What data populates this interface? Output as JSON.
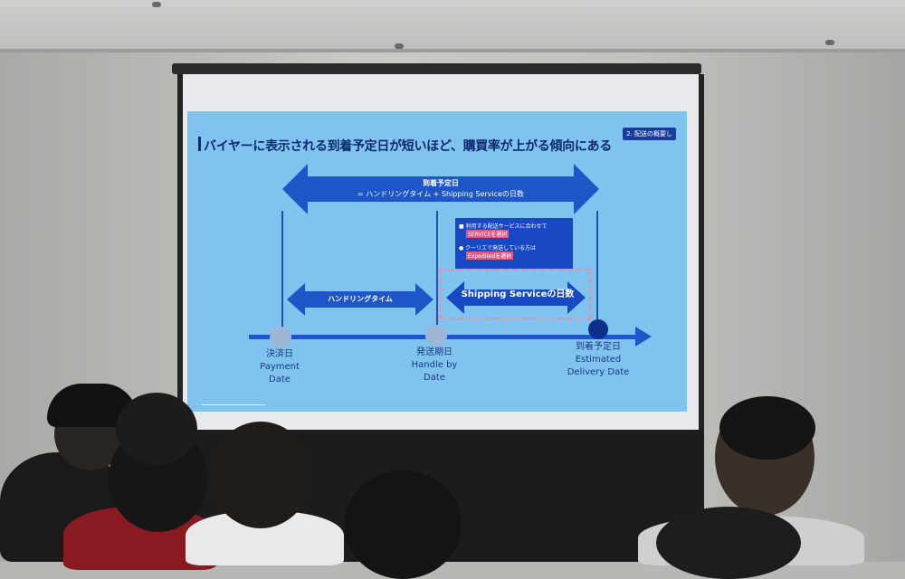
{
  "slide": {
    "section_badge": "2. 配送の概要し",
    "title": "バイヤーに表示される到着予定日が短いほど、購買率が上がる傾向にある",
    "total_arrow": {
      "label": "到着予定日",
      "sublabel": "= ハンドリングタイム + Shipping Serviceの日数"
    },
    "handling_arrow": {
      "label": "ハンドリングタイム"
    },
    "shipping_arrow": {
      "label": "Shipping Serviceの日数"
    },
    "info_box": {
      "line1": "■ 利用する配送サービスに合わせて",
      "line1_highlight": "SERVICEを選択",
      "line2": "● クーリエで発送している方は",
      "line2_highlight": "Expeditedを選択"
    },
    "stages": [
      {
        "jp": "決済日",
        "en_line1": "Payment",
        "en_line2": "Date"
      },
      {
        "jp": "発送期日",
        "en_line1": "Handle by",
        "en_line2": "Date"
      },
      {
        "jp": "到着予定日",
        "en_line1": "Estimated",
        "en_line2": "Delivery Date"
      }
    ]
  },
  "colors": {
    "slide_bg": "#7fc3ee",
    "arrow": "#1e56c8",
    "dashed_highlight": "#f08aa3",
    "text_dark": "#1b3a84"
  }
}
